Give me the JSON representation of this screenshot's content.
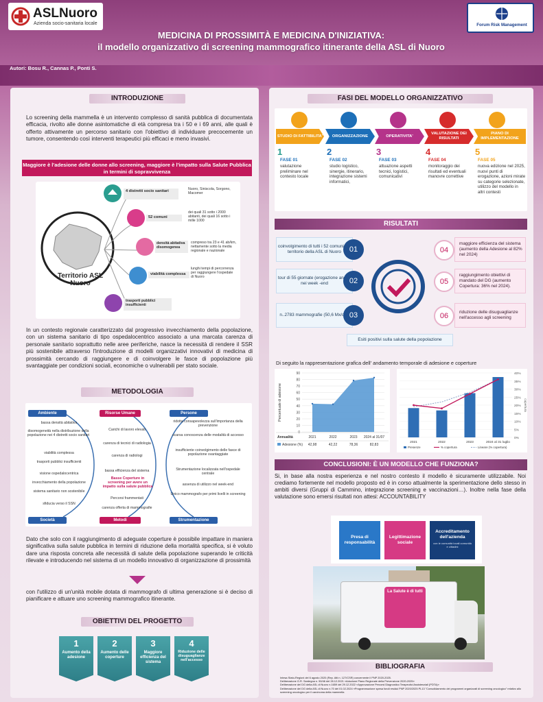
{
  "header": {
    "logo_main": "ASLNuoro",
    "logo_sub": "Azienda socio-sanitaria locale",
    "frm_logo": "Forum Risk Management",
    "title1": "MEDICINA DI PROSSIMITÀ E MEDICINA D'INIZIATIVA:",
    "title2": "il modello organizzativo di screening mammografico itinerante della ASL di Nuoro",
    "authors": "Autori: Bosu R., Cannas P., Ponti S."
  },
  "intro": {
    "heading": "INTRODUZIONE",
    "p1": "Lo screening della mammella è un intervento complesso di sanità pubblica di documentata efficacia, rivolto alle donne asintomatiche di età compresa tra i 50 e i 69 anni, alle quali è offerto attivamente un percorso sanitario con l'obiettivo di individuare precocemente un tumore, consentendo così interventi terapeutici più efficaci e meno invasivi.",
    "banner": "Maggiore è l'adesione delle donne allo screening, maggiore è l'impatto sulla Salute Pubblica in termini di sopravvivenza",
    "map_label1": "Territorio ASL",
    "map_label2": "Nuoro",
    "items": [
      {
        "label": "4 distretti socio sanitari",
        "desc": "Nuoro, Siniscola, Sorgono, Macomer"
      },
      {
        "label": "52 comuni",
        "desc": "dei quali 31 sotto i 2000 abitanti, dei quali 16 sotto i mille 1000"
      },
      {
        "label": "densità abitativa disomogenea",
        "desc": "compreso tra 23 e 41 ab/km, nettamente sotto la media regionale e nazionale"
      },
      {
        "label": "viabilità complessa",
        "desc": "lunghi tempi di percorrenza per raggiungere l'ospedale di Nuoro"
      },
      {
        "label": "trasporti pubblici insufficienti",
        "desc": ""
      }
    ],
    "p2": "In un contesto regionale caratterizzato dal progressivo invecchiamento della popolazione, con un sistema sanitario di tipo ospedalocentrico associato a una marcata carenza di personale sanitario soprattutto nelle aree periferiche, nasce la necessità di rendere il SSR più sostenibile attraverso l'introduzione di modelli organizzativi innovativi di medicina di prossimità cercando di raggiungere e di coinvolgere le fasce di popolazione più svantaggiate per condizioni sociali, economiche o vulnerabili per stato sociale."
  },
  "method": {
    "heading": "METODOLOGIA",
    "cats": [
      "Ambiente",
      "Risorse Umane",
      "Persone",
      "Società",
      "Metodi",
      "Strumentazione"
    ],
    "left": [
      "bassa densità abitativa",
      "disomogeneità nella distribuzione della popolazione nei 4 distretti socio sanitari",
      "viabilità complessa",
      "trasporti pubblici insufficienti",
      "visione ospedalocentrica",
      "invecchiamento della popolazione",
      "sistema sanitario non sostenibile",
      "sfiducia verso il SSN"
    ],
    "mid": [
      "Carichi di lavoro elevati",
      "carenza di tecnici di radiologia",
      "carenza di radiologi",
      "bassa efficienza del sistema",
      "Percorsi frammentati",
      "carenza offerta di mammografie"
    ],
    "right": [
      "ridotta consapevolezza sull'importanza della prevenzione",
      "scarsa conoscenza delle modalità di accesso",
      "insufficiente coinvolgimento delle fasce di popolazione svantaggiate",
      "Strumentazione localizzata nell'ospedale centrale",
      "assenza di utilizzo nel week-end",
      "Unico mammografo per primi livelli in screening"
    ],
    "center": "Basse Coperture in screening per avere un impatto sulla salute pubblica",
    "p3": "Dato che solo con il raggiungimento di adeguate coperture è possibile impattare in maniera significativa sulla salute pubblica in termini di riduzione della mortalità specifica, si è voluto dare una risposta concreta alle necessità di salute della popolazione superando le criticità rilevate e introducendo nel sistema di un modello innovativo di organizzazione di prossimità",
    "p4": "con l'utilizzo di un'unità mobile dotata di mammografo di ultima generazione si è deciso di pianificare e attuare uno screening mammografico itinerante."
  },
  "objectives": {
    "heading": "OBIETTIVI DEL PROGETTO",
    "items": [
      {
        "n": "1",
        "t": "Aumento della adesione"
      },
      {
        "n": "2",
        "t": "Aumento delle coperture"
      },
      {
        "n": "3",
        "t": "Maggiore efficienza del sistema"
      },
      {
        "n": "4",
        "t": "Riduzione delle disuguaglianze nell'accesso"
      }
    ]
  },
  "phases": {
    "heading": "FASI DEL MODELLO ORGANIZZATIVO",
    "steps": [
      {
        "label": "STUDIO DI FATTIBILITA'",
        "color": "#f2a31b",
        "fase": "FASE 01",
        "desc": "valutazione preliminare nel contesto locale",
        "n": "1"
      },
      {
        "label": "ORGANIZZAZIONE",
        "color": "#1d6fb8",
        "fase": "FASE 02",
        "desc": "studio logistico, sinergie, itinerario, integrazione sistemi informatici,",
        "n": "2"
      },
      {
        "label": "OPERATIVITA'",
        "color": "#b5338a",
        "fase": "FASE 03",
        "desc": "attuazione aspetti tecnici, logistici, comunicativi",
        "n": "3"
      },
      {
        "label": "VALUTAZIONE DEI RISULTATI",
        "color": "#d62c2c",
        "fase": "FASE 04",
        "desc": "monitoraggio dei risultati ed eventuali manovre correttive",
        "n": "4"
      },
      {
        "label": "PIANO DI IMPLEMENTAZIONE",
        "color": "#f2a31b",
        "fase": "FASE 05",
        "desc": "nuova edizione nel 2025, nuovi punti di erogazione, azioni mirate su categorie selezionate, utilizzo del modello in altri contesti",
        "n": "5"
      }
    ]
  },
  "results": {
    "heading": "RISULTATI",
    "left": [
      {
        "n": "01",
        "t": "coinvolgimento di tutti i 52 comuni del territorio della ASL di Nuoro"
      },
      {
        "n": "02",
        "t": "tour di 55 giornate (erogazione anche nei week -end"
      },
      {
        "n": "03",
        "t": "n..2783 mammografie (50,6 Mx/die)"
      }
    ],
    "right": [
      {
        "n": "04",
        "t": "maggiore efficienza del sistema (aumento della Adesione al 82% nel 2024)"
      },
      {
        "n": "05",
        "t": "raggiungimento obiettivi di mandato del DG (aumento Copertura: 36% nel 2024)."
      },
      {
        "n": "06",
        "t": "riduzione delle disuguaglianze nell'accesso agli screening"
      }
    ],
    "positive": "Esiti positivi sulla salute della popolazione",
    "trend_caption": "Di seguito la rappresentazione grafica dell' andamento temporale di adesione e coperture"
  },
  "chart_data": [
    {
      "type": "area",
      "categories": [
        "2021",
        "2022",
        "2023",
        "2024 al 31/07"
      ],
      "values": [
        42.98,
        42.22,
        78.36,
        82.83
      ],
      "value_labels": [
        "42,98",
        "42,22",
        "78,36",
        "82,83"
      ],
      "table_header": "Annualità",
      "table_row_label": "Adesione (%)",
      "ylabel": "Percentuale di adesione",
      "ylim": [
        0,
        90
      ],
      "yticks": [
        0,
        10,
        20,
        30,
        40,
        50,
        60,
        70,
        80,
        90
      ],
      "color": "#5b9bd5"
    },
    {
      "type": "bar+line",
      "categories": [
        "2021",
        "2022",
        "2023",
        "2024 al 31 luglio"
      ],
      "bars": [
        10000,
        9200,
        15100,
        20600
      ],
      "coverage": [
        20,
        18,
        27,
        36
      ],
      "trend": [
        19,
        22,
        28,
        36
      ],
      "y_left_ticks": [
        "0",
        "2.000",
        "4.000",
        "6.000",
        "8.000",
        "10.000",
        "12.000",
        "14.000",
        "16.000",
        "18.000",
        "20.000",
        "22.000"
      ],
      "y_left_max": 22000,
      "y_right_ticks": [
        "0%",
        "5%",
        "10%",
        "15%",
        "20%",
        "25%",
        "30%",
        "35%",
        "40%"
      ],
      "y_right_max": 40,
      "y_right_label": "copertura",
      "legend": [
        "Presenze",
        "% copertura",
        "Lineare (% copertura)"
      ],
      "bar_color": "#2f6eb5",
      "line_color": "#c2185b",
      "trend_color": "#8aa2c8"
    }
  ],
  "conclusions": {
    "heading": "CONCLUSIONI: È UN MODELLO CHE FUNZIONA?",
    "p1": "Si, in base alla nostra esperienza e nel nostro contesto il modello è sicuramente utilizzabile. Noi crediamo fortemente nel modello proposto ed è in corso attualmente la sperimentazione dello stesso in ambiti diversi (Gruppi di Cammino, integrazione screening e vaccinazioni…). Inoltre nella fase della valutazione sono emersi risultati non attesi: ACCOUNTABILITY",
    "cards": [
      {
        "t": "Presa di responsabilità",
        "c": "#2a78c8",
        "sub": ""
      },
      {
        "t": "Legittimazione sociale",
        "c": "#d63a84",
        "sub": ""
      },
      {
        "t": "Accreditamento dell'azienda",
        "c": "#163e78",
        "sub": "con le comunità locali comunità e cittadini"
      }
    ],
    "truck_text": "La Salute è di tutti"
  },
  "biblio": {
    "heading": "BIBLIOGRAFIA",
    "items": [
      "Intesa Stato-Regioni del 6 agosto 2020 (Rep. Atti n. 127/CSR) concernente il PNP 2020-2025.",
      "Deliberazione G.R. Sardegna n. 50/46 del 28.12.2021 «Adozione Piano Regionale della Prevenzione 2020-2025»",
      "Deliberazione del DG della ASL di Nuoro n.1659 del 29.12.2022 «Approvazione Percorsi Diagnostico Terapeutici Assistenziali (PDTA)»",
      "Deliberazione del DG della ASL di Nuoro n.70 del 01.02.2024 «Programmazione spesa fondi residui PNP 2020/2025 PL13 \"Consolidamento dei programmi organizzati di screening oncologico\" relativo allo screening oncologico per il carcinoma della mammella"
    ]
  }
}
